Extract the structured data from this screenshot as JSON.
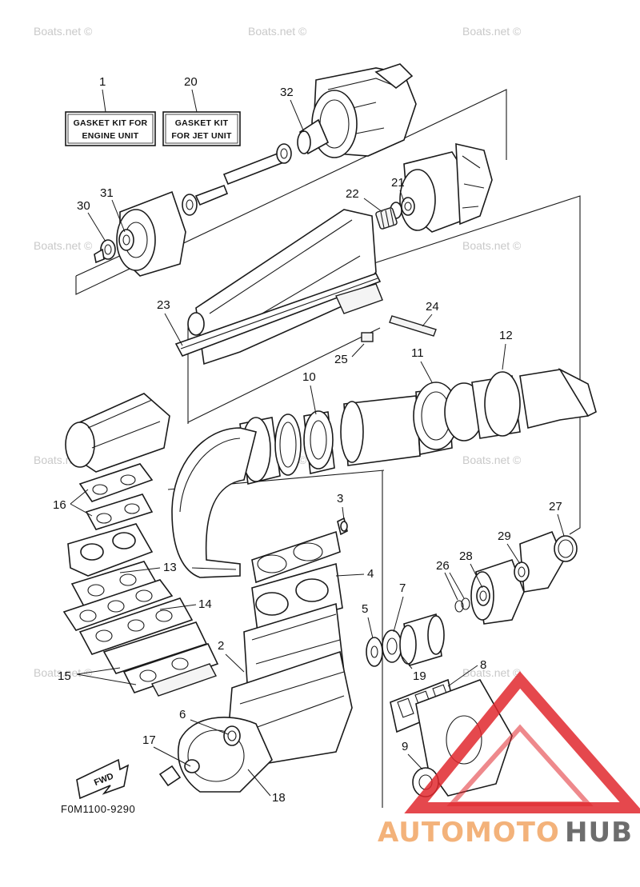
{
  "watermark": {
    "text": "Boats.net ©"
  },
  "kits": [
    {
      "number": "1",
      "line1": "GASKET KIT FOR",
      "line2": "ENGINE UNIT"
    },
    {
      "number": "20",
      "line1": "GASKET KIT",
      "line2": "FOR JET UNIT"
    }
  ],
  "callouts": [
    "2",
    "3",
    "4",
    "5",
    "6",
    "7",
    "8",
    "9",
    "10",
    "11",
    "12",
    "13",
    "14",
    "15",
    "16",
    "17",
    "18",
    "19",
    "21",
    "22",
    "23",
    "24",
    "25",
    "26",
    "27",
    "28",
    "29",
    "30",
    "31",
    "32"
  ],
  "fwd_label": "FWD",
  "reference_code": "F0M1100-9290",
  "logo": {
    "auto": "AUTOMOTO",
    "hub": "HUB",
    "color_accent": "#e0282e",
    "color_text": "#f3b27a",
    "color_hub": "#6d6d6d"
  }
}
